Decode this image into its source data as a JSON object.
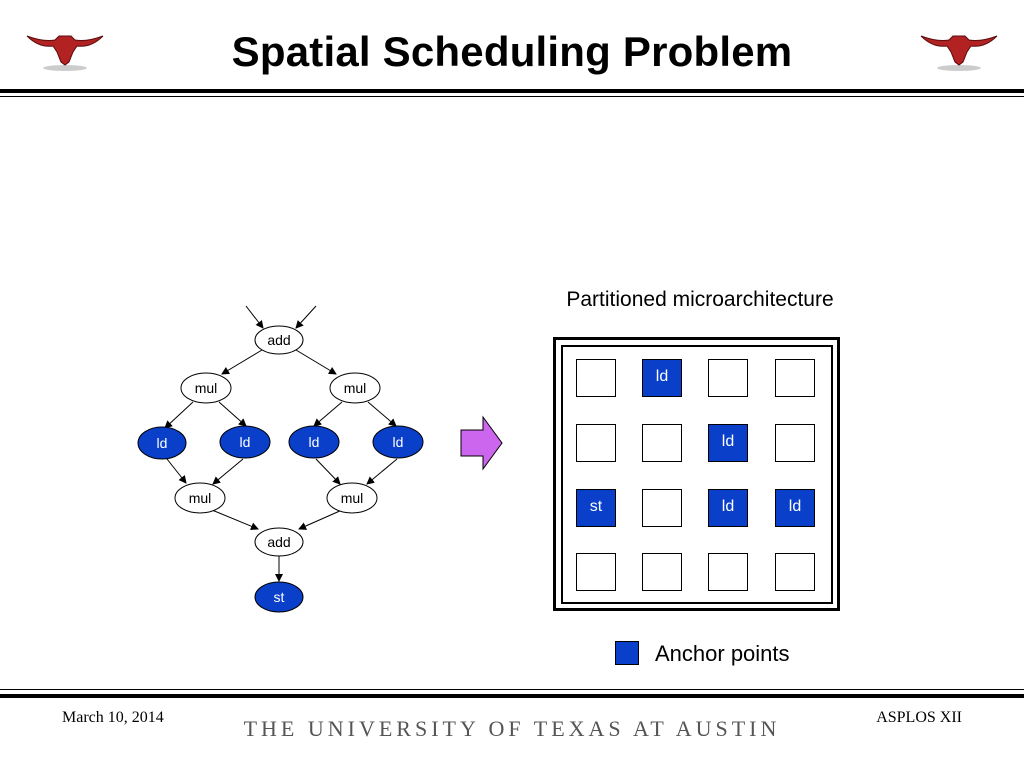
{
  "slide": {
    "title": "Spatial Scheduling Problem"
  },
  "dataflow_graph": {
    "nodes": [
      {
        "id": "add-top",
        "label": "add",
        "anchor": false
      },
      {
        "id": "mul-left",
        "label": "mul",
        "anchor": false
      },
      {
        "id": "mul-right",
        "label": "mul",
        "anchor": false
      },
      {
        "id": "ld-1",
        "label": "ld",
        "anchor": true
      },
      {
        "id": "ld-2",
        "label": "ld",
        "anchor": true
      },
      {
        "id": "ld-3",
        "label": "ld",
        "anchor": true
      },
      {
        "id": "ld-4",
        "label": "ld",
        "anchor": true
      },
      {
        "id": "mul-bottom-left",
        "label": "mul",
        "anchor": false
      },
      {
        "id": "mul-bottom-right",
        "label": "mul",
        "anchor": false
      },
      {
        "id": "add-bottom",
        "label": "add",
        "anchor": false
      },
      {
        "id": "st",
        "label": "st",
        "anchor": true
      }
    ]
  },
  "microarchitecture": {
    "caption": "Partitioned microarchitecture",
    "grid": [
      [
        "",
        "ld",
        "",
        ""
      ],
      [
        "",
        "",
        "ld",
        ""
      ],
      [
        "st",
        "",
        "ld",
        "ld"
      ],
      [
        "",
        "",
        "",
        ""
      ]
    ]
  },
  "legend": {
    "label": "Anchor points"
  },
  "colors": {
    "anchor": "#0a3fc9",
    "arrow": "#cc66ee",
    "logo": "#b22222"
  },
  "footer": {
    "date": "March 10, 2014",
    "university": "THE UNIVERSITY OF TEXAS AT AUSTIN",
    "venue": "ASPLOS XII"
  }
}
